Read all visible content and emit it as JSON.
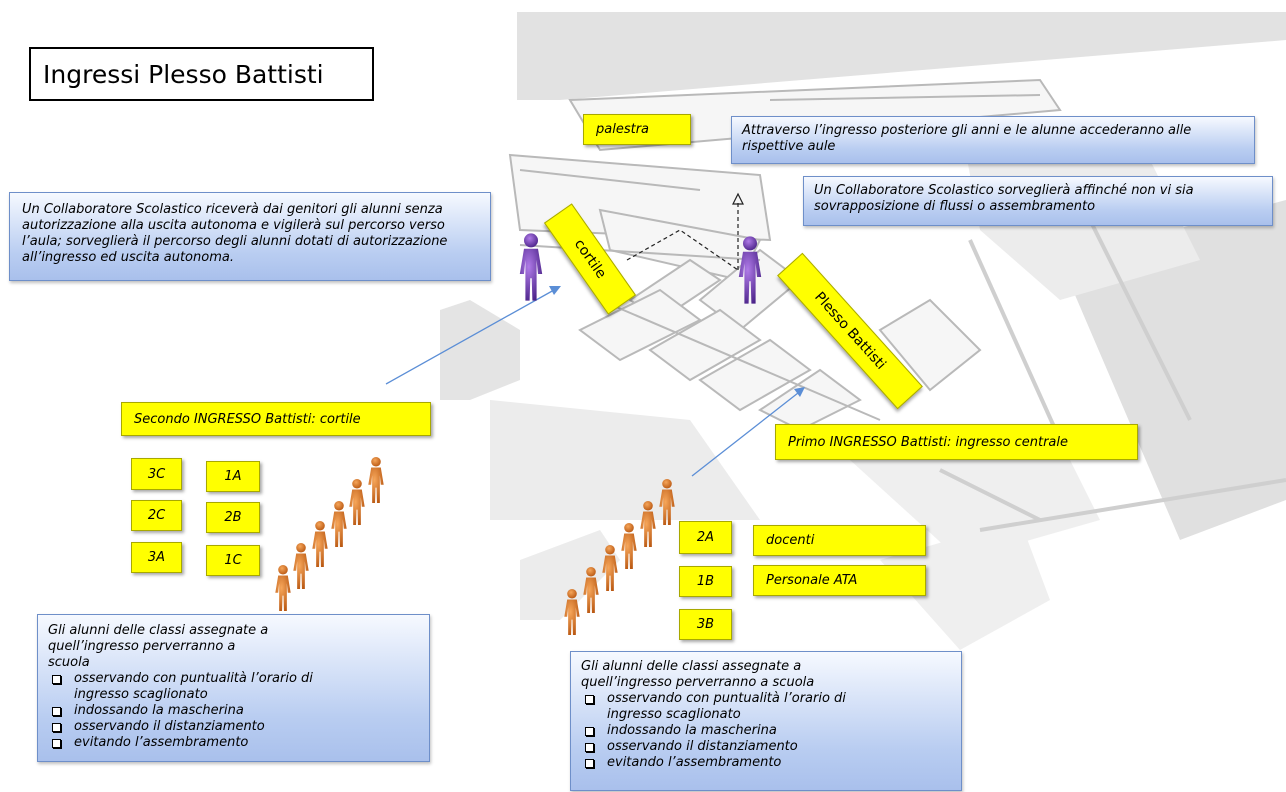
{
  "title": "Ingressi Plesso Battisti",
  "map_labels": {
    "palestra": "palestra",
    "cortile": "cortile",
    "plesso": "Plesso Battisti"
  },
  "entrances": {
    "second": "Secondo INGRESSO  Battisti: cortile",
    "first": "Primo INGRESSO  Battisti: ingresso centrale"
  },
  "classes_cortile": [
    "3C",
    "1A",
    "2C",
    "2B",
    "3A",
    "1C"
  ],
  "classes_centrale": [
    "2A",
    "1B",
    "3B"
  ],
  "staff": [
    "docenti",
    "Personale ATA"
  ],
  "notes": {
    "collaboratore_left": "Un Collaboratore Scolastico riceverà dai genitori gli alunni senza autorizzazione alla uscita autonoma e vigilerà sul percorso verso l’aula; sorveglierà il percorso degli alunni dotati di autorizzazione all’ingresso ed uscita autonoma.",
    "posteriore": "Attraverso l’ingresso posteriore gli anni e le alunne accederanno alle rispettive aule",
    "collaboratore_right": "Un Collaboratore Scolastico sorveglierà affinché non vi sia sovrapposizione di flussi o assembramento"
  },
  "rules_intro": "Gli alunni delle classi assegnate a quell’ingresso  perverranno a scuola",
  "rules": [
    "osservando con puntualità l’orario di ingresso scaglionato",
    "indossando la mascherina",
    "osservando il distanziamento",
    "evitando l’assembramento"
  ],
  "colors": {
    "label_yellow": "#ffff00",
    "arrow_blue": "#5b8ed6",
    "student_orange": "#e07a22",
    "staff_purple": "#6a3aa8"
  }
}
